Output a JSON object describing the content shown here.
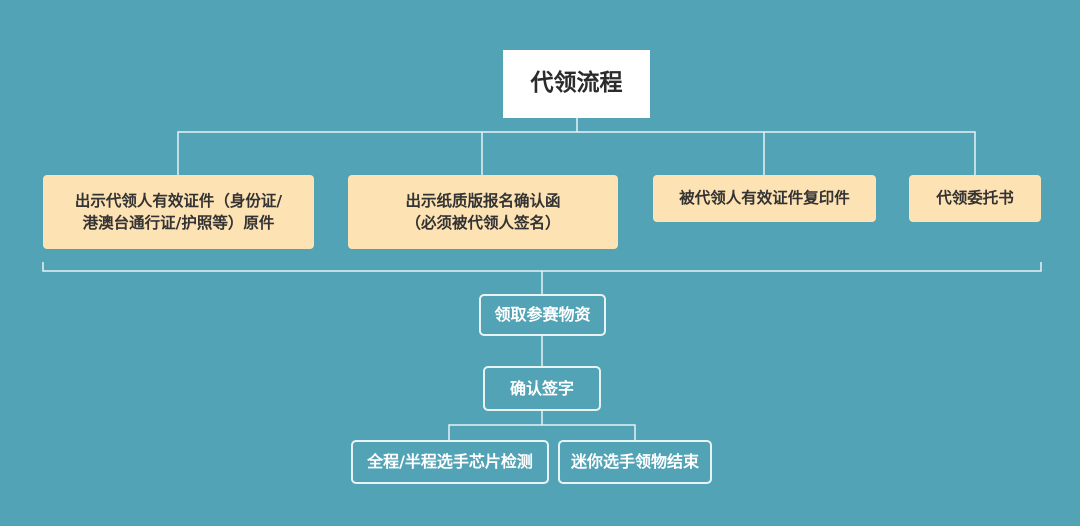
{
  "colors": {
    "background": "#52a3b6",
    "root_fill": "#ffffff",
    "requirement_fill": "#fde2b4",
    "outline": "#e9f3f6"
  },
  "root": {
    "label": "代领流程"
  },
  "requirements": [
    {
      "line1": "出示代领人有效证件（身份证/",
      "line2": "港澳台通行证/护照等）原件"
    },
    {
      "line1": "出示纸质版报名确认函",
      "line2": "（必须被代领人签名）"
    },
    {
      "line1": "被代领人有效证件复印件"
    },
    {
      "line1": "代领委托书"
    }
  ],
  "steps": {
    "collect": "领取参赛物资",
    "confirm": "确认签字",
    "outcomes": [
      "全程/半程选手芯片检测",
      "迷你选手领物结束"
    ]
  }
}
